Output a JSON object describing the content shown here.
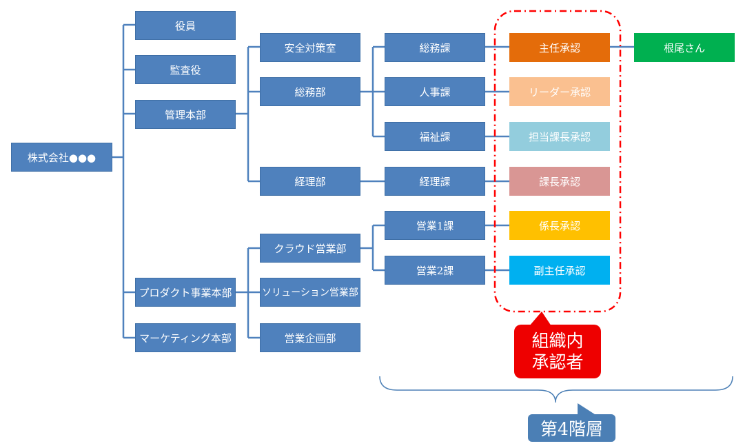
{
  "nodes": {
    "company": "株式会社●●●",
    "yakuin": "役員",
    "kansayaku": "監査役",
    "kanri_honbu": "管理本部",
    "product_honbu": "プロダクト事業本部",
    "marketing_honbu": "マーケティング本部",
    "anzen": "安全対策室",
    "somubu": "総務部",
    "keiribu": "経理部",
    "cloud_eigyo": "クラウド営業部",
    "solution_eigyo": "ソリューション営業部",
    "eigyo_kikaku": "営業企画部",
    "somuka": "総務課",
    "jinjika": "人事課",
    "fukushika": "福祉課",
    "keirika": "経理課",
    "eigyo1ka": "営業1課",
    "eigyo2ka": "営業2課"
  },
  "approvers": [
    {
      "label": "主任承認",
      "color": "#e46c0a"
    },
    {
      "label": "リーダー承認",
      "color": "#fac090"
    },
    {
      "label": "担当課長承認",
      "color": "#93cddd"
    },
    {
      "label": "課長承認",
      "color": "#d99694"
    },
    {
      "label": "係長承認",
      "color": "#ffc000"
    },
    {
      "label": "副主任承認",
      "color": "#00b0f0"
    }
  ],
  "person": {
    "label": "根尾さん",
    "color": "#00b050"
  },
  "callouts": {
    "approvers_line1": "組織内",
    "approvers_line2": "承認者",
    "level": "第4階層"
  },
  "colors": {
    "node": "#4f81bd",
    "connector": "#4f81bd",
    "highlight": "#ff0000"
  }
}
